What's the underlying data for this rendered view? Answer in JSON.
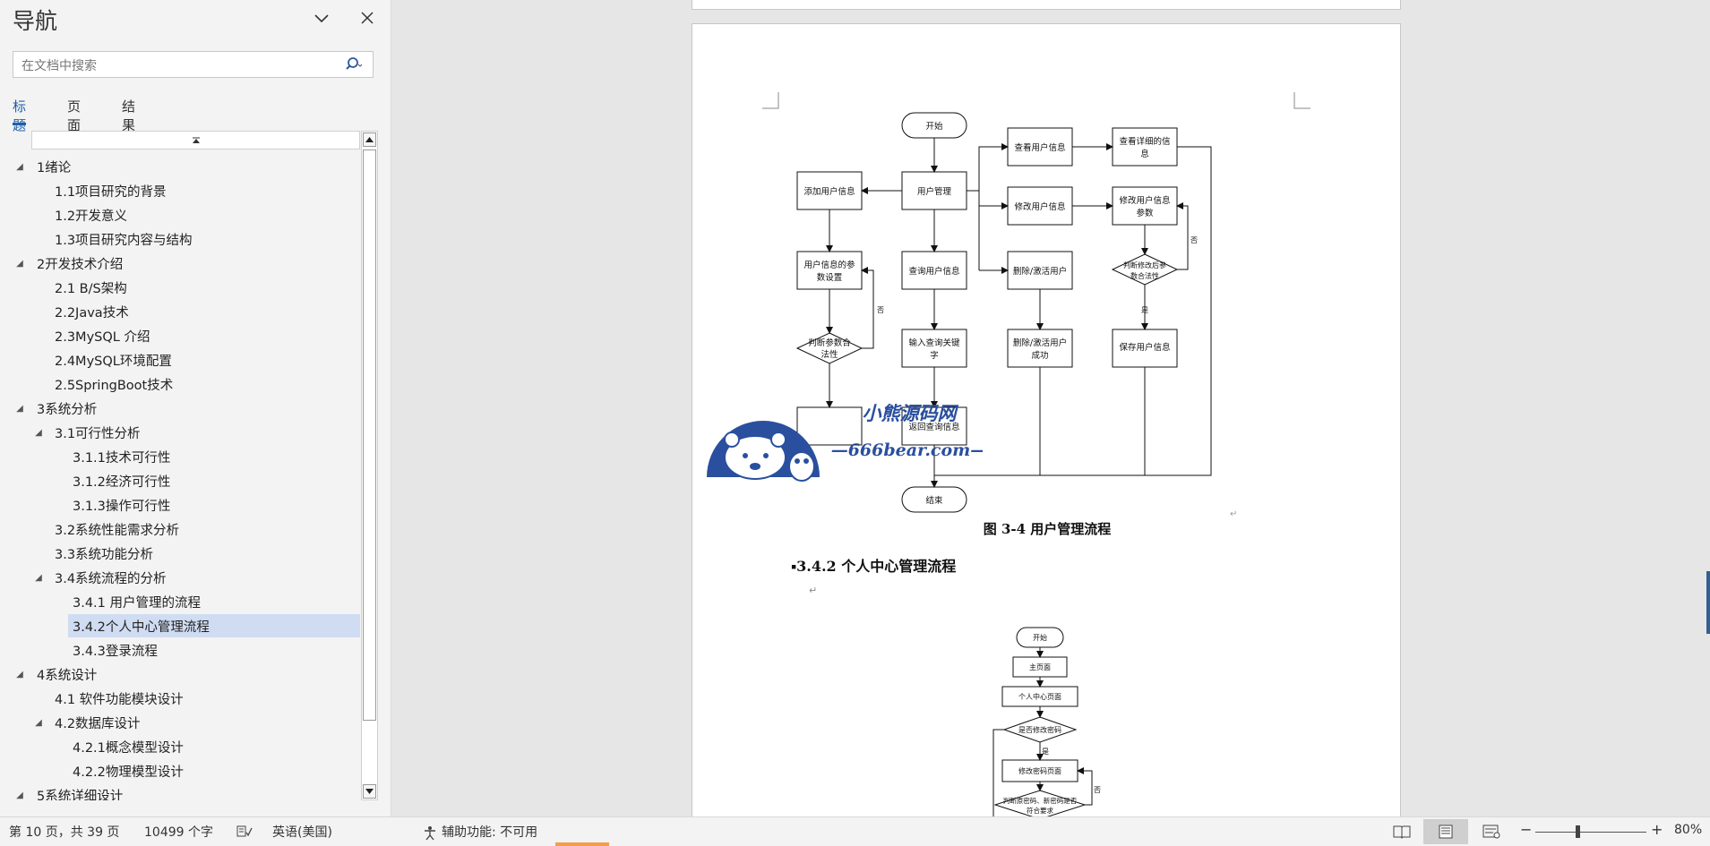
{
  "nav": {
    "title": "导航",
    "search_placeholder": "在文档中搜索",
    "tabs": [
      {
        "label": "标题",
        "active": true
      },
      {
        "label": "页面",
        "active": false
      },
      {
        "label": "结果",
        "active": false
      }
    ],
    "tree": [
      {
        "label": "1绪论",
        "level": 1,
        "expanded": true
      },
      {
        "label": "1.1项目研究的背景",
        "level": 2
      },
      {
        "label": "1.2开发意义",
        "level": 2
      },
      {
        "label": "1.3项目研究内容与结构",
        "level": 2
      },
      {
        "label": "2开发技术介绍",
        "level": 1,
        "expanded": true
      },
      {
        "label": "2.1 B/S架构",
        "level": 2
      },
      {
        "label": "2.2Java技术",
        "level": 2
      },
      {
        "label": "2.3MySQL 介绍",
        "level": 2
      },
      {
        "label": "2.4MySQL环境配置",
        "level": 2
      },
      {
        "label": "2.5SpringBoot技术",
        "level": 2
      },
      {
        "label": "3系统分析",
        "level": 1,
        "expanded": true
      },
      {
        "label": "3.1可行性分析",
        "level": 2,
        "expanded": true
      },
      {
        "label": "3.1.1技术可行性",
        "level": 3
      },
      {
        "label": "3.1.2经济可行性",
        "level": 3
      },
      {
        "label": "3.1.3操作可行性",
        "level": 3
      },
      {
        "label": "3.2系统性能需求分析",
        "level": 2
      },
      {
        "label": "3.3系统功能分析",
        "level": 2
      },
      {
        "label": "3.4系统流程的分析",
        "level": 2,
        "expanded": true
      },
      {
        "label": "3.4.1 用户管理的流程",
        "level": 3
      },
      {
        "label": "3.4.2个人中心管理流程",
        "level": 3,
        "selected": true
      },
      {
        "label": "3.4.3登录流程",
        "level": 3
      },
      {
        "label": "4系统设计",
        "level": 1,
        "expanded": true
      },
      {
        "label": "4.1 软件功能模块设计",
        "level": 2
      },
      {
        "label": "4.2数据库设计",
        "level": 2,
        "expanded": true
      },
      {
        "label": "4.2.1概念模型设计",
        "level": 3
      },
      {
        "label": "4.2.2物理模型设计",
        "level": 3
      },
      {
        "label": "5系统详细设计",
        "level": 1,
        "expanded": true
      }
    ]
  },
  "document": {
    "flow1": {
      "start": "开始",
      "user_mgmt": "用户管理",
      "add_user": "添加用户信息",
      "param_set_1": "用户信息的参",
      "param_set_2": "数设置",
      "judge_param_1": "判断参数合",
      "judge_param_2": "法性",
      "query_user": "查询用户信息",
      "input_kw_1": "输入查询关键",
      "input_kw_2": "字",
      "show_result": "返回查询信息",
      "view_user": "查看用户信息",
      "view_detail_1": "查看详细的信",
      "view_detail_2": "息",
      "modify_user": "修改用户信息",
      "modify_param_1": "修改用户信息",
      "modify_param_2": "参数",
      "judge_modify_1": "判断修改后参",
      "judge_modify_2": "数合法性",
      "delete_user": "删除/激活用户",
      "delete_ok_1": "删除/激活用户",
      "delete_ok_2": "成功",
      "save_user": "保存用户信息",
      "end": "结束",
      "no": "否",
      "yes": "是"
    },
    "logo": {
      "text_cn": "小熊源码网",
      "text_url": "—666bear.com—"
    },
    "figure_caption": "图 3-4  用户管理流程",
    "section_heading": "3.4.2 个人中心管理流程",
    "flow2": {
      "start": "开始",
      "home": "主页面",
      "center": "个人中心页面",
      "judge_change": "是否修改密码",
      "change_page": "修改密码页面",
      "judge_pwd_1": "判断原密码、新密码是否",
      "judge_pwd_2": "符合要求",
      "no": "否",
      "yes": "是"
    }
  },
  "status": {
    "page": "第 10 页，共 39 页",
    "words": "10499 个字",
    "language": "英语(美国)",
    "accessibility": "辅助功能: 不可用",
    "zoom": "80%",
    "zoom_minus": "−",
    "zoom_plus": "+"
  },
  "colors": {
    "accent": "#1f5fa8",
    "selected": "#cfdcf2",
    "logo_blue": "#2a4f9e"
  }
}
